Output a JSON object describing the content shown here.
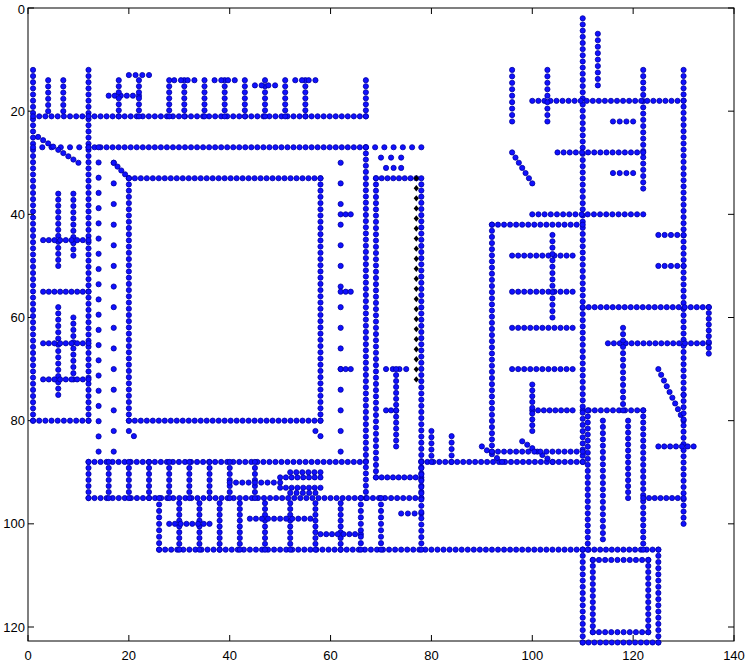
{
  "diagram": {
    "labels": [
      "0",
      "20",
      "40",
      "60",
      "80",
      "100",
      "120",
      "140",
      "0",
      "20",
      "40",
      "60",
      "80",
      "100",
      "120"
    ]
  }
}
